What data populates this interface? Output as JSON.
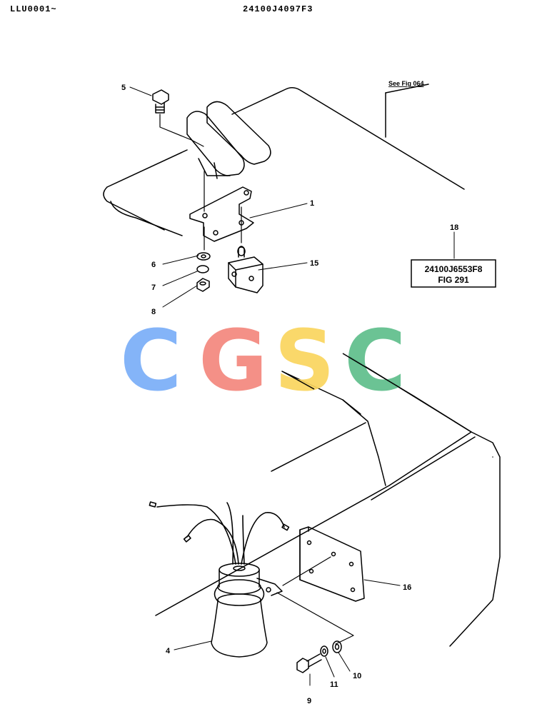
{
  "header": {
    "left_code": "LLU0001~",
    "part_number": "24100J4097F3"
  },
  "reference": {
    "see_fig": "See Fig 064",
    "callout_number": "18",
    "box_line1": "24100J6553F8",
    "box_line2": "FIG 291"
  },
  "callouts": [
    "1",
    "4",
    "5",
    "6",
    "7",
    "8",
    "9",
    "10",
    "11",
    "15",
    "16"
  ],
  "watermark": {
    "letters": [
      "C",
      "G",
      "S",
      "C"
    ],
    "colors": [
      "#7aaef8",
      "#f4877d",
      "#fad55e",
      "#5fbe8c"
    ]
  }
}
